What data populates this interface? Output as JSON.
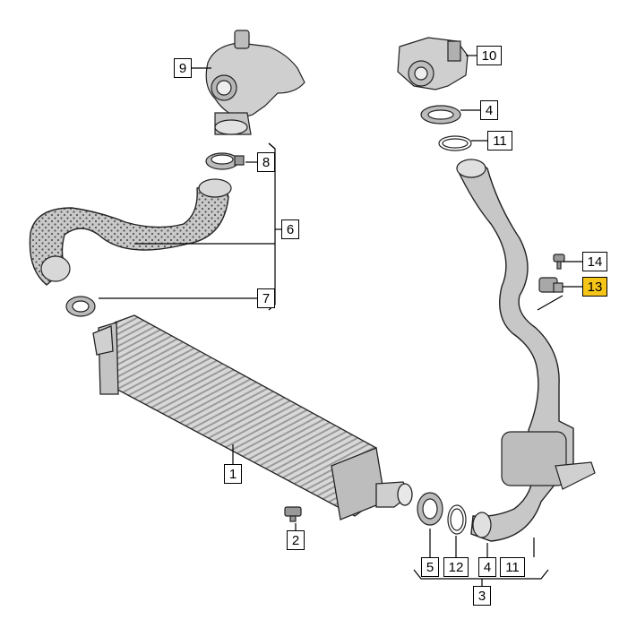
{
  "callouts": {
    "c1": "1",
    "c2": "2",
    "c3": "3",
    "c4a": "4",
    "c4b": "4",
    "c5": "5",
    "c6": "6",
    "c7": "7",
    "c8": "8",
    "c9": "9",
    "c10": "10",
    "c11a": "11",
    "c11b": "11",
    "c12": "12",
    "c13": "13",
    "c14": "14"
  },
  "colors": {
    "line": "#000000",
    "part_fill": "#d0d0d0",
    "part_dark": "#8a8a8a",
    "highlight": "#f5c518"
  }
}
